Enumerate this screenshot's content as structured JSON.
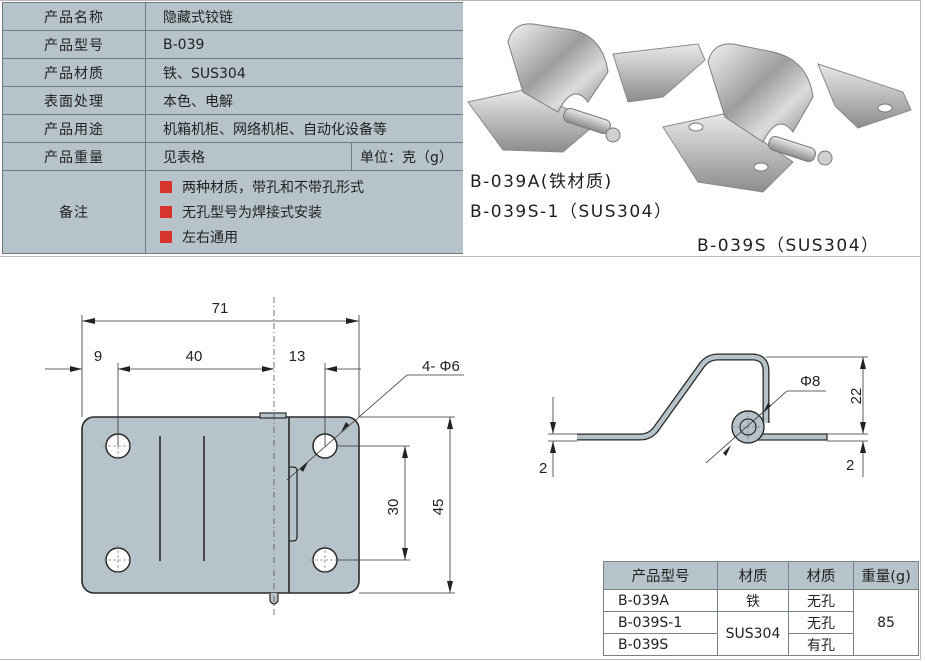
{
  "spec_table": {
    "rows": [
      {
        "label": "产品名称",
        "value": "隐藏式铰链"
      },
      {
        "label": "产品型号",
        "value": "B-039"
      },
      {
        "label": "产品材质",
        "value": "铁、SUS304"
      },
      {
        "label": "表面处理",
        "value": "本色、电解"
      },
      {
        "label": "产品用途",
        "value": "机箱机柜、网络机柜、自动化设备等"
      },
      {
        "label": "产品重量",
        "value": "见表格",
        "unit": "单位：克（g）"
      }
    ],
    "notes_label": "备注",
    "notes": [
      "两种材质，带孔和不带孔形式",
      "无孔型号为焊接式安装",
      "左右通用"
    ],
    "bullet_color": "#d7342b",
    "header_bg": "#b6c3ca"
  },
  "photo": {
    "captions": [
      "B-039A(铁材质)",
      "B-039S-1（SUS304）",
      "B-039S（SUS304）"
    ]
  },
  "front_view": {
    "dims": {
      "overall_width": "71",
      "edge_to_hole": "9",
      "hole_to_axis": "40",
      "axis_to_hole": "13",
      "holes": "4- Φ6",
      "hole_spacing": "30",
      "overall_height": "45"
    }
  },
  "side_view": {
    "dims": {
      "pin_diameter": "Φ8",
      "height": "22",
      "thickness_left": "2",
      "thickness_right": "2"
    }
  },
  "weight_table": {
    "headers": [
      "产品型号",
      "材质",
      "材质",
      "重量(g)"
    ],
    "rows": [
      {
        "model": "B-039A",
        "material": "铁",
        "hole": "无孔"
      },
      {
        "model": "B-039S-1",
        "material": "SUS304",
        "hole": "无孔"
      },
      {
        "model": "B-039S",
        "hole": "有孔"
      }
    ],
    "weight": "85"
  }
}
